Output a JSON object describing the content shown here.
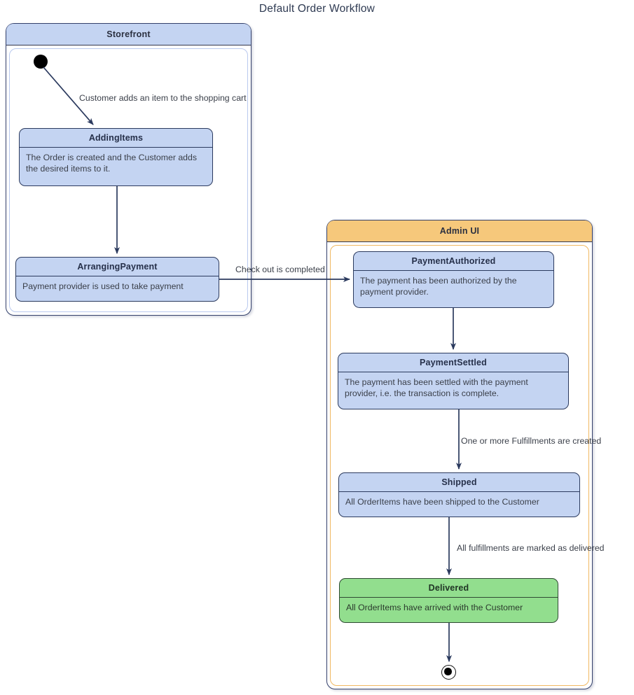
{
  "title": "Default Order Workflow",
  "colors": {
    "state_fill": "#c4d4f2",
    "state_border": "#2b3a5e",
    "storefront_header_fill": "#c4d4f2",
    "adminui_header_fill": "#f6c87b",
    "adminui_border": "#f0b861",
    "delivered_fill": "#92de8e",
    "edge_stroke": "#2b3a5e",
    "text": "#33373f",
    "title_text": "#2e3a52"
  },
  "containers": [
    {
      "id": "storefront",
      "label": "Storefront"
    },
    {
      "id": "adminui",
      "label": "Admin UI"
    }
  ],
  "pseudo_states": [
    {
      "id": "initial",
      "kind": "initial-state",
      "container": "storefront"
    },
    {
      "id": "final",
      "kind": "final-state",
      "container": "adminui"
    }
  ],
  "states": [
    {
      "id": "adding-items",
      "container": "storefront",
      "name": "AddingItems",
      "description": "The Order is created and the Customer adds the desired items to it.",
      "fill": "#c4d4f2"
    },
    {
      "id": "arranging-payment",
      "container": "storefront",
      "name": "ArrangingPayment",
      "description": "Payment provider is used to take payment",
      "fill": "#c4d4f2"
    },
    {
      "id": "payment-authorized",
      "container": "adminui",
      "name": "PaymentAuthorized",
      "description": "The payment has been authorized by the payment provider.",
      "fill": "#c4d4f2"
    },
    {
      "id": "payment-settled",
      "container": "adminui",
      "name": "PaymentSettled",
      "description": "The payment has been settled with the payment provider, i.e. the transaction is complete.",
      "fill": "#c4d4f2"
    },
    {
      "id": "shipped",
      "container": "adminui",
      "name": "Shipped",
      "description": "All OrderItems have been shipped to the Customer",
      "fill": "#c4d4f2"
    },
    {
      "id": "delivered",
      "container": "adminui",
      "name": "Delivered",
      "description": "All OrderItems have arrived with the Customer",
      "fill": "#92de8e"
    }
  ],
  "transitions": [
    {
      "id": "t1",
      "from": "initial",
      "to": "adding-items",
      "label": "Customer adds an item to the shopping cart"
    },
    {
      "id": "t2",
      "from": "adding-items",
      "to": "arranging-payment",
      "label": ""
    },
    {
      "id": "t3",
      "from": "arranging-payment",
      "to": "payment-authorized",
      "label": "Check out is completed"
    },
    {
      "id": "t4",
      "from": "payment-authorized",
      "to": "payment-settled",
      "label": ""
    },
    {
      "id": "t5",
      "from": "payment-settled",
      "to": "shipped",
      "label": "One or more Fulfillments are created"
    },
    {
      "id": "t6",
      "from": "shipped",
      "to": "delivered",
      "label": "All fulfillments are marked as delivered"
    },
    {
      "id": "t7",
      "from": "delivered",
      "to": "final",
      "label": ""
    }
  ]
}
